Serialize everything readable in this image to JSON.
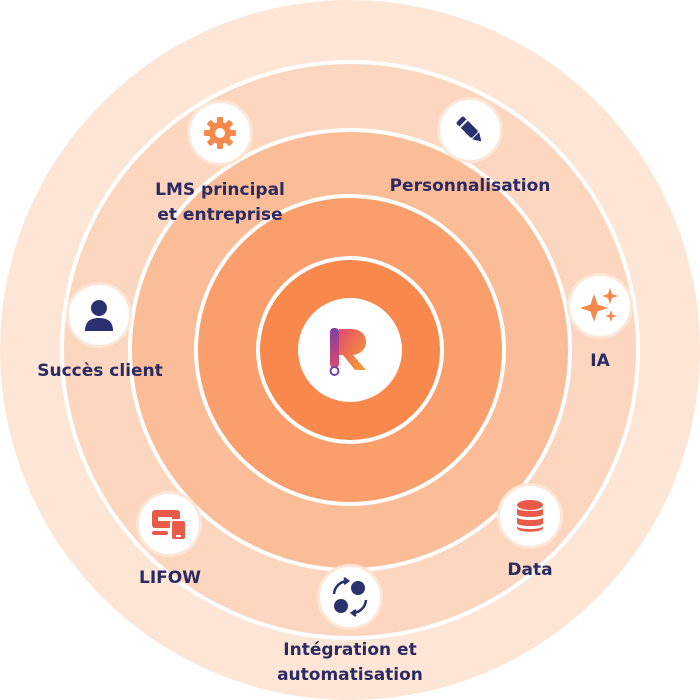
{
  "colors": {
    "ring_outer": "#fde6d6",
    "ring_2": "#fcd6bf",
    "ring_3": "#fbbd97",
    "ring_4": "#fa9f6c",
    "ring_inner": "#f8884c",
    "label_text": "#2b2a63",
    "icon_navy": "#2b3170",
    "icon_orange": "#f5894c",
    "icon_red": "#ea5a48"
  },
  "center": {
    "logo_letter": "R",
    "icon": "r-logo"
  },
  "nodes": [
    {
      "label": [
        "LMS principal",
        "et entreprise"
      ],
      "icon": "gear-icon"
    },
    {
      "label": [
        "Personnalisation"
      ],
      "icon": "pencil-icon"
    },
    {
      "label": [
        "IA"
      ],
      "icon": "sparkles-icon"
    },
    {
      "label": [
        "Succès client"
      ],
      "icon": "user-icon"
    },
    {
      "label": [
        "Data"
      ],
      "icon": "database-icon"
    },
    {
      "label": [
        "LIFOW"
      ],
      "icon": "devices-icon"
    },
    {
      "label": [
        "Intégration et",
        "automatisation"
      ],
      "icon": "sync-icon"
    }
  ]
}
